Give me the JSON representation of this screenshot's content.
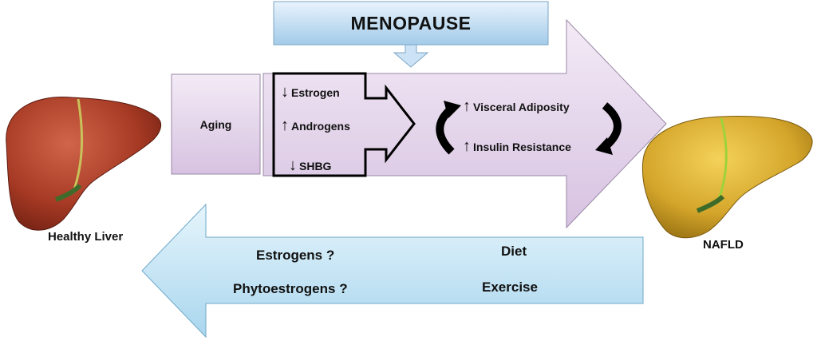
{
  "title": "MENOPAUSE",
  "healthy_liver": "Healthy Liver",
  "nafld": "NAFLD",
  "aging": "Aging",
  "hormones": {
    "estrogen": "Estrogen",
    "androgens": "Androgens",
    "shbg": "SHBG"
  },
  "effects": {
    "visceral_adiposity": "Visceral Adiposity",
    "insulin_resistance": "Insulin Resistance"
  },
  "interventions": {
    "estrogens": "Estrogens ?",
    "phytoestrogens": "Phytoestrogens ?",
    "diet": "Diet",
    "exercise": "Exercise"
  },
  "arrows": {
    "down": "↓",
    "up": "↑"
  },
  "colors": {
    "purple_light": "#efe3f3",
    "purple_dark": "#d6bfe0",
    "blue_light": "#dcf0fa",
    "blue_dark": "#aad6ee",
    "menopause_light": "#e1f0fb",
    "menopause_dark": "#a6cdea",
    "healthy_liver": "#a63a24",
    "fatty_liver": "#d4a52a"
  }
}
